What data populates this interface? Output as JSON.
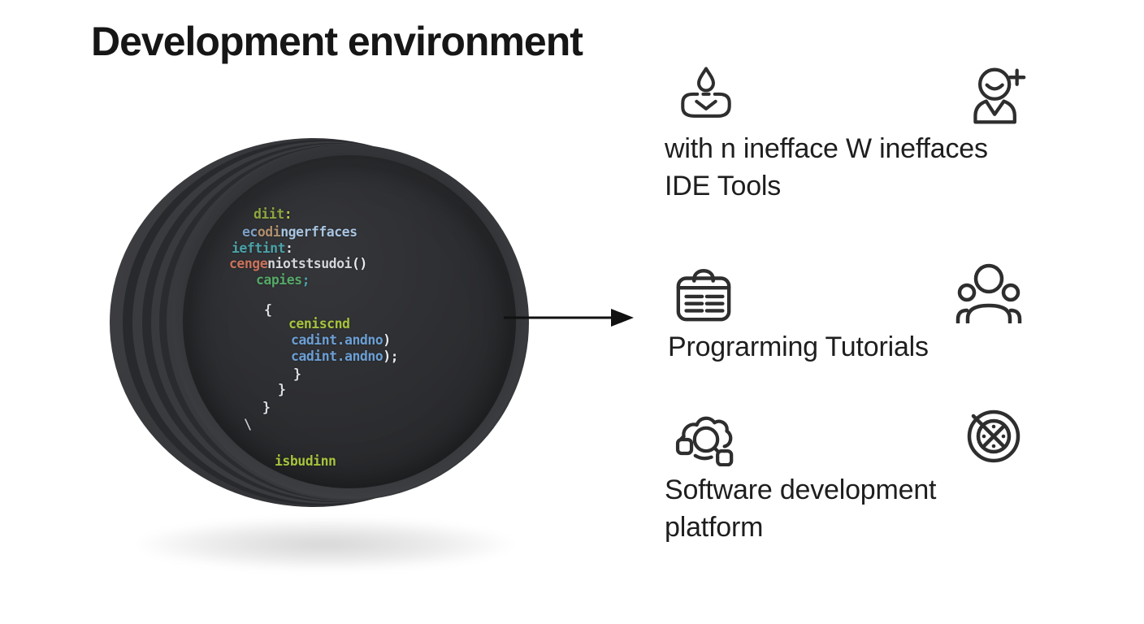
{
  "title": "Development environment",
  "colors": {
    "background": "#ffffff",
    "title_text": "#161616",
    "label_text": "#1e1e1e",
    "icon_stroke": "#2e2e2e",
    "arrow": "#111111",
    "disc_body": "#333437",
    "disc_face": "#2b2c2e"
  },
  "disc": {
    "code_lines": [
      {
        "segs": [
          {
            "t": "diit",
            "c": "#8da73f"
          },
          {
            "t": ":",
            "c": "#b9c43f"
          }
        ]
      },
      {
        "segs": [
          {
            "t": "ec",
            "c": "#7d9fc5"
          },
          {
            "t": "odi",
            "c": "#b08f6e"
          },
          {
            "t": "ngerffaces",
            "c": "#a8c4e0"
          }
        ]
      },
      {
        "segs": [
          {
            "t": "ieftint",
            "c": "#4aa3a8"
          },
          {
            "t": ":",
            "c": "#dcdee0"
          }
        ]
      },
      {
        "segs": [
          {
            "t": "cenge",
            "c": "#c9725c"
          },
          {
            "t": "niotstsudoi",
            "c": "#d3d5d7"
          },
          {
            "t": "()",
            "c": "#e8eaec"
          }
        ]
      },
      {
        "segs": [
          {
            "t": "capies",
            "c": "#55a868"
          },
          {
            "t": ";",
            "c": "#4aa3a8"
          }
        ]
      },
      {
        "segs": [
          {
            "t": "{",
            "c": "#dcdee0"
          }
        ]
      },
      {
        "segs": [
          {
            "t": "ceniscnd",
            "c": "#a6c23d"
          }
        ]
      },
      {
        "segs": [
          {
            "t": "cadint.andno",
            "c": "#6b9fd4"
          },
          {
            "t": ")",
            "c": "#e8eaec"
          }
        ]
      },
      {
        "segs": [
          {
            "t": "cadint.andno",
            "c": "#6b9fd4"
          },
          {
            "t": ");",
            "c": "#e8eaec"
          }
        ]
      },
      {
        "segs": [
          {
            "t": "}",
            "c": "#dcdee0"
          }
        ]
      },
      {
        "segs": [
          {
            "t": "}",
            "c": "#dcdee0"
          }
        ]
      },
      {
        "segs": [
          {
            "t": "}",
            "c": "#dcdee0"
          }
        ]
      },
      {
        "segs": [
          {
            "t": "\\",
            "c": "#caccce"
          }
        ]
      },
      {
        "segs": [
          {
            "t": "isbudinn",
            "c": "#a6c23d"
          }
        ]
      }
    ]
  },
  "features": [
    {
      "icon_left": "ink-drop-tray-icon",
      "icon_right": "add-user-icon",
      "label_line1": "with n inefface W ineffaces",
      "label_line2": "IDE Tools"
    },
    {
      "icon_left": "lesson-board-icon",
      "icon_right": "people-group-icon",
      "label_line1": "Prograrming Tutorials"
    },
    {
      "icon_left": "cloud-search-icon",
      "icon_right": "timer-gauge-icon",
      "label_line1": "Software development",
      "label_line2": "platform"
    }
  ]
}
